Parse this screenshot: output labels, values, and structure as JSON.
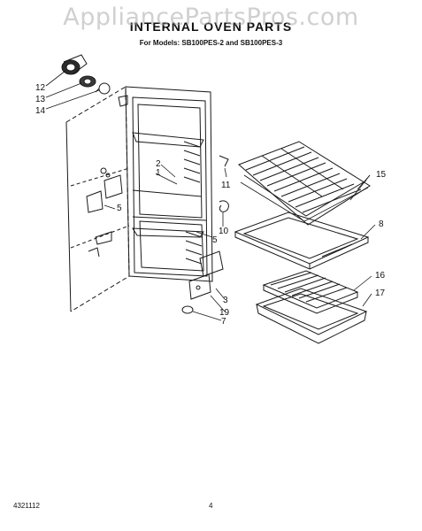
{
  "watermark": "AppliancePartsPros.com",
  "title": "INTERNAL OVEN PARTS",
  "subtitle": "For Models: SB100PES-2 and SB100PES-3",
  "callouts": [
    "12",
    "13",
    "14",
    "1",
    "2",
    "11",
    "5",
    "10",
    "5",
    "3",
    "19",
    "7",
    "15",
    "8",
    "16",
    "17"
  ],
  "footer": {
    "doc_number": "4321112",
    "page_number": "4"
  }
}
